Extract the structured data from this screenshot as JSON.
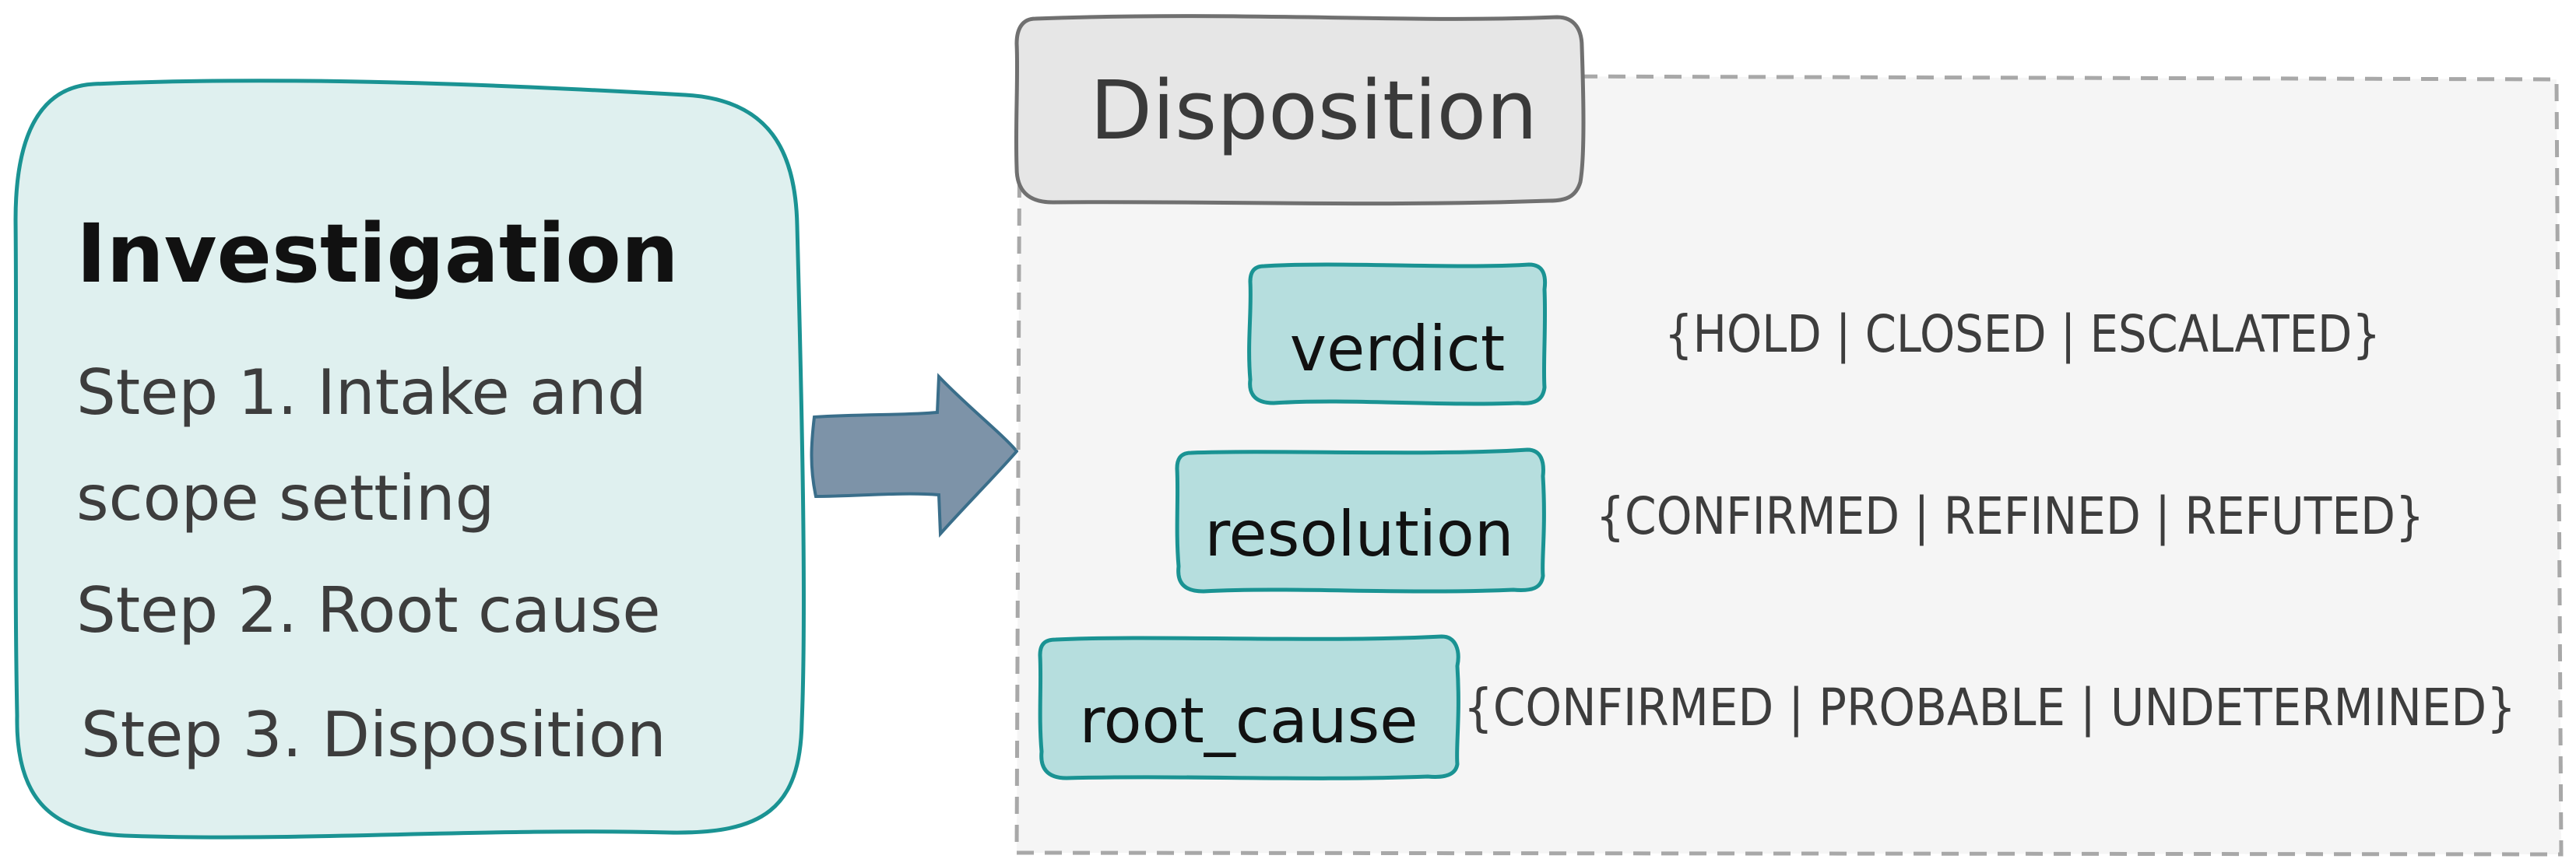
{
  "investigation": {
    "title": "Investigation",
    "steps": [
      "Step 1. Intake and",
      "scope setting",
      "Step 2. Root cause",
      "Step 3. Disposition"
    ]
  },
  "disposition": {
    "title": "Disposition",
    "fields": [
      {
        "name": "verdict",
        "values": "{HOLD | CLOSED | ESCALATED}"
      },
      {
        "name": "resolution",
        "values": "{CONFIRMED | REFINED | REFUTED}"
      },
      {
        "name": "root_cause",
        "values": "{CONFIRMED | PROBABLE | UNDETERMINED}"
      }
    ]
  },
  "colors": {
    "teal_fill": "#dff0ef",
    "teal_stroke": "#1a9393",
    "field_fill": "#b6dede",
    "panel_fill": "#f5f5f5",
    "panel_stroke": "#a8a8a8",
    "header_fill": "#e6e6e6",
    "header_stroke": "#707070",
    "arrow_fill": "#7d93a8",
    "arrow_stroke": "#3a6e8a"
  }
}
